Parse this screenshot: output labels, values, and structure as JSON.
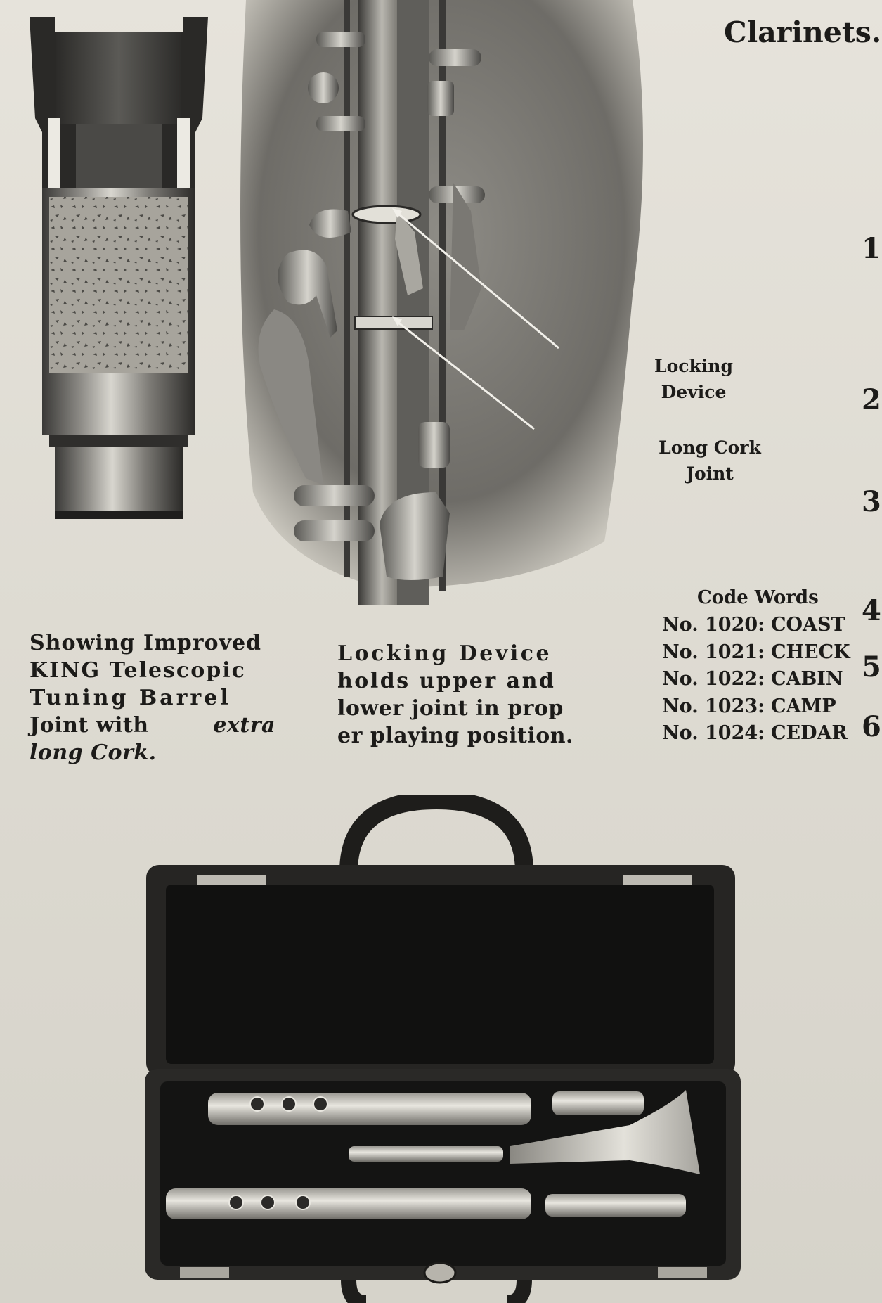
{
  "heading_fragment": "Clarinets.",
  "margin_numbers": [
    "1",
    "2",
    "3",
    "4",
    "5",
    "6"
  ],
  "callouts": {
    "locking_device": [
      "Locking",
      "Device"
    ],
    "long_cork_joint": [
      "Long Cork",
      "Joint"
    ]
  },
  "caption_barrel": {
    "line1": "Showing Improved",
    "line2": "KING Telescopic",
    "line3": "Tuning Barrel",
    "line4a": "Joint with",
    "line4b": "extra",
    "line5": "long Cork."
  },
  "caption_locking": {
    "line1": "Locking Device",
    "line2": "holds upper and",
    "line3": "lower joint in prop",
    "line4": "er playing position."
  },
  "code_words": {
    "title": "Code Words",
    "rows": [
      {
        "no": "No. 1020:",
        "word": "COAST"
      },
      {
        "no": "No. 1021:",
        "word": "CHECK"
      },
      {
        "no": "No. 1022:",
        "word": "CABIN"
      },
      {
        "no": "No. 1023:",
        "word": "CAMP"
      },
      {
        "no": "No. 1024:",
        "word": "CEDAR"
      }
    ]
  }
}
